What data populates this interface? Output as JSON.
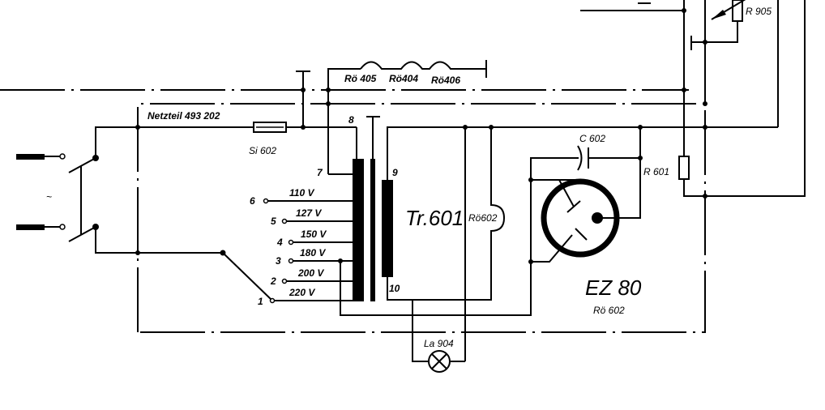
{
  "diagram": {
    "module_label": "Netzteil 493 202",
    "fuse": "Si 602",
    "heaters": [
      "Rö 405",
      "Rö404",
      "Rö406"
    ],
    "transformer": "Tr.601",
    "rectifier_tube_type": "EZ 80",
    "rectifier_tube_ref": "Rö 602",
    "tube_heater": "Rö602",
    "capacitor": "C 602",
    "resistor_601": "R 601",
    "resistor_905": "R 905",
    "lamp": "La 904",
    "mains_symbol": "~",
    "winding_pins": {
      "p7": "7",
      "p8": "8",
      "p9": "9",
      "p10": "10"
    },
    "taps": [
      {
        "pin": "6",
        "voltage": "110 V"
      },
      {
        "pin": "5",
        "voltage": "127 V"
      },
      {
        "pin": "4",
        "voltage": "150 V"
      },
      {
        "pin": "3",
        "voltage": "180 V"
      },
      {
        "pin": "2",
        "voltage": "200 V"
      },
      {
        "pin": "1",
        "voltage": "220 V"
      }
    ]
  }
}
